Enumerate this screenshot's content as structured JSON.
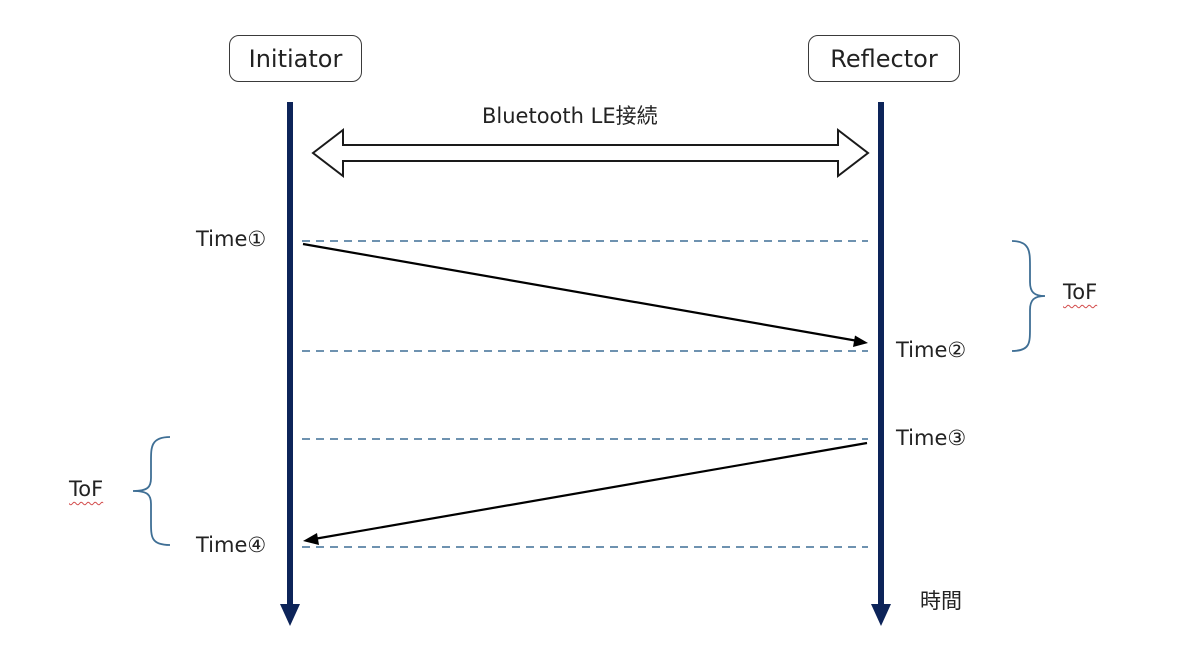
{
  "actors": {
    "initiator": "Initiator",
    "reflector": "Reflector"
  },
  "connection_label": "Bluetooth LE接続",
  "times": {
    "t1": "Time①",
    "t2": "Time②",
    "t3": "Time③",
    "t4": "Time④"
  },
  "tof": {
    "right": "ToF",
    "left": "ToF"
  },
  "time_axis_label": "時間",
  "colors": {
    "lifeline": "#0d2459",
    "dashed": "#3f6f95",
    "brace": "#3f6f95",
    "arrow": "#000000"
  }
}
